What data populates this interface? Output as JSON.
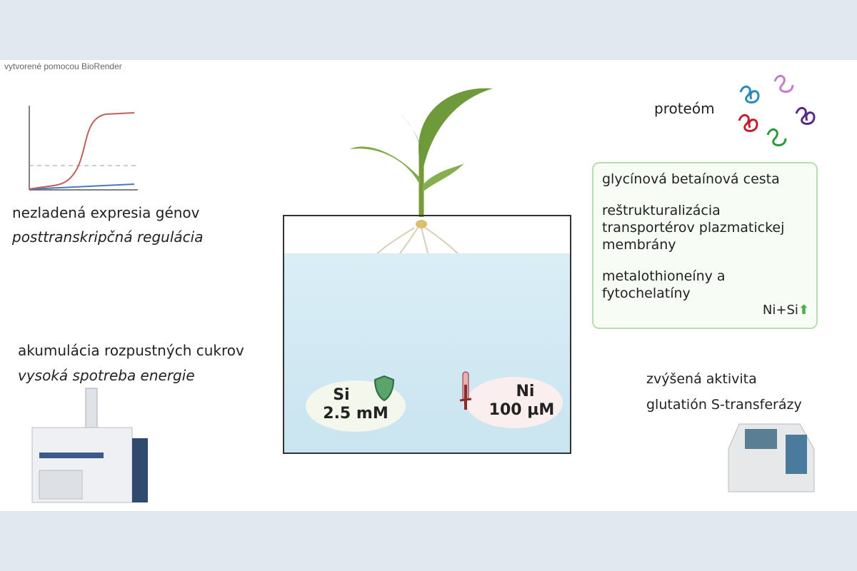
{
  "credit": "vytvorené pomocou BioRender",
  "left": {
    "gene_expression": "nezladená expresia génov",
    "regulation": "posttranskripčná regulácia",
    "sugar": "akumulácia rozpustných cukrov",
    "energy": "vysoká spotreba energie"
  },
  "center": {
    "si_label": "Si",
    "si_conc": "2.5 mM",
    "ni_label": "Ni",
    "ni_conc": "100 µM"
  },
  "right": {
    "proteome": "proteóm",
    "box_items": [
      "glycínová betaínová cesta",
      "reštrukturalizácia transportérov plazmatickej membrány",
      "metalothioneíny a fytochelatíny"
    ],
    "ni_si": "Ni+Si",
    "gst_line1": "zvýšená aktivita",
    "gst_line2": "glutatión S-transferázy"
  },
  "colors": {
    "accent_green": "#4caf50",
    "curve_red": "#c0605a",
    "curve_blue": "#4a78c0"
  }
}
